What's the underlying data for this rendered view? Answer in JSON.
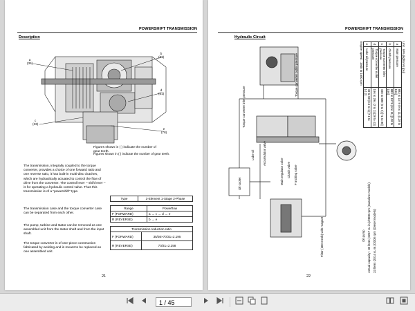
{
  "left_page": {
    "header": "POWERSHIFT TRANSMISSION",
    "section": "Description",
    "figure": {
      "callouts": [
        {
          "letter": "a",
          "num": "(36)"
        },
        {
          "letter": "b",
          "num": "(31)"
        },
        {
          "letter": "d",
          "num": "(31)"
        },
        {
          "letter": "c",
          "num": "(33)"
        },
        {
          "letter": "e",
          "num": "(78)"
        }
      ],
      "caption": "Figures shown in ( ) indicate the number of gear teeth."
    },
    "paragraphs": [
      "The transmission, integrally coupled to the torque converter, provides a choice of one forward ratio and one reverse ratio, it has built-in multi-disc clutches, which are hydraulically actuated to control the flow of drive from the converter. The control lever – shift lever – is for operating a hydraulic control valve. Thus this transmission is of a \"powershift\" type.",
      "The transmission case and the torque converter case can be separated from each other.",
      "The pump, turbine and stator can be removed as one assembled unit from the stator shaft and from the input shaft.",
      "The torque converter is of one-piece construction fabricated by welding and is meant to be replaced as one assembled unit."
    ],
    "type_table": {
      "label": "Type",
      "value": "3-Element 1-Stage 2-Phase"
    },
    "powerflow_table": {
      "headers": [
        "Range",
        "Powerflow"
      ],
      "rows": [
        [
          "F (FORWARD)",
          "a → c → d → e"
        ],
        [
          "R (REVERSE)",
          "b → e"
        ]
      ]
    },
    "ratio_table": {
      "title": "Transmission reduction ratio",
      "rows": [
        [
          "F (FORWARD)",
          "35/36×70/31=2.195"
        ],
        [
          "R (REVERSE)",
          "70/31=2.258"
        ]
      ]
    },
    "page_number": "21"
  },
  "right_page": {
    "header": "POWERSHIFT TRANSMISSION",
    "section": "Hydraulic Circuit",
    "labels": {
      "tc_inlet": "Torque converter inlet pressure",
      "tc_outlet": "Torque converter outlet pressure",
      "lube": "Lube oil",
      "accumulator": "Accumulator valve",
      "main_reg": "Main regulator valve",
      "clutch": "Clutch valve",
      "inching": "F Inching valve",
      "cooler": "Oil cooler",
      "filter": "Filter (100 mesh) with magnet",
      "pump": "Oil pump",
      "pump_capacity": "Actual capacity : 30 liters (2257 cu in.)/2000 rpm (Gasoline models)",
      "pump_capacity2": "33 liters (2014 cu in.)/2000 rpm (Diesel models)"
    },
    "pressure_table": {
      "unit": "Unit : kPa (kgf/cm²) [psi]",
      "rows": [
        [
          "a",
          "Main pressure",
          "883 to 1079 (9 to 11) [128 to 156]"
        ],
        [
          "b",
          "Clutch pressure",
          "883 to 1079 (9 to 11) [128 to 156]"
        ],
        [
          "c",
          "Torque converter inlet pressure",
          "490 to 588 (5 to 6) [71 to 85]"
        ],
        [
          "d",
          "Torque converter outlet pressure",
          "196 to 294 (2 to 3) [28 to 43]"
        ],
        [
          "e",
          "Lube oil pressure",
          "49 to 98 (0.5 to 1) [7.1 to 14.2]"
        ]
      ],
      "note": "Engine speed : 1500 to 1600 rpm"
    },
    "page_number": "22"
  },
  "toolbar": {
    "page_value": "1 / 45"
  }
}
